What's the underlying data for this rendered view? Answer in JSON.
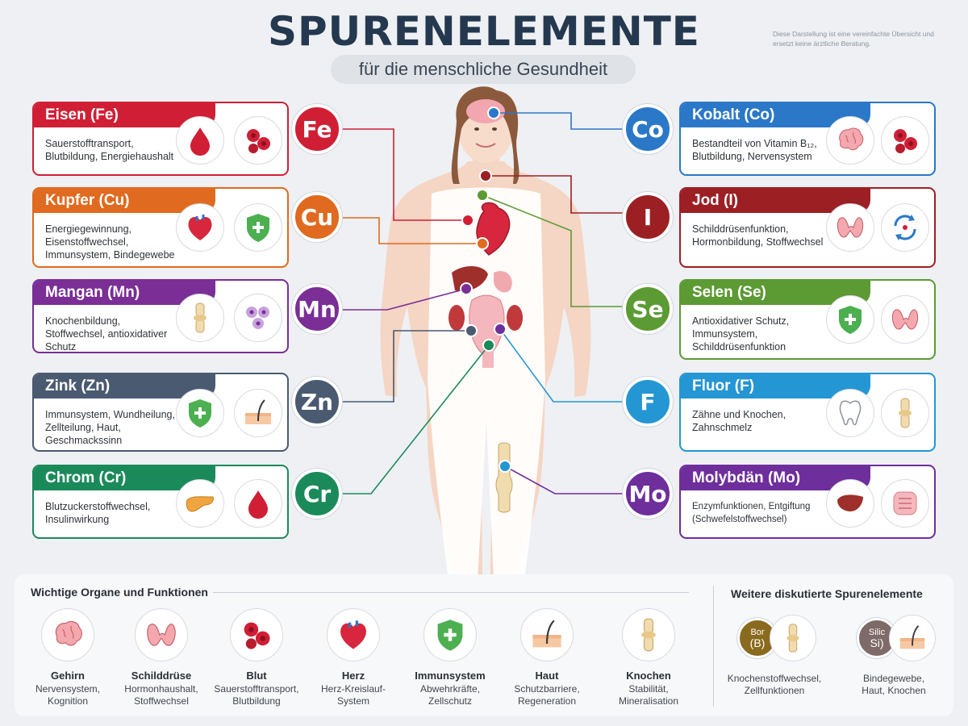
{
  "header": {
    "title": "SPURENELEMENTE",
    "subtitle": "für die menschliche Gesundheit",
    "disclaimer": "Diese Darstellung ist eine vereinfachte Übersicht und ersetzt keine ärztliche Beratung."
  },
  "elements_left": [
    {
      "name": "Eisen (Fe)",
      "symbol": "Fe",
      "color": "#d01f35",
      "desc": "Sauerstofftransport, Blutbildung, Energiehaushalt",
      "icons": [
        "blood-drop-icon",
        "blood-cells-icon"
      ]
    },
    {
      "name": "Kupfer (Cu)",
      "symbol": "Cu",
      "color": "#e06a1f",
      "desc": "Energiegewinnung, Eisenstoffwechsel, Immunsystem, Bindegewebe",
      "icons": [
        "heart-icon",
        "shield-icon"
      ]
    },
    {
      "name": "Mangan (Mn)",
      "symbol": "Mn",
      "color": "#7a2e96",
      "desc": "Knochenbildung, Stoffwechsel, antioxidativer Schutz",
      "icons": [
        "bone-joint-icon",
        "cells-icon"
      ]
    },
    {
      "name": "Zink (Zn)",
      "symbol": "Zn",
      "color": "#4a5a70",
      "desc": "Immunsystem, Wundheilung, Zellteilung, Haut, Geschmackssinn",
      "icons": [
        "shield-icon",
        "skin-icon"
      ]
    },
    {
      "name": "Chrom (Cr)",
      "symbol": "Cr",
      "color": "#1b8a5a",
      "desc": "Blutzuckerstoffwechsel, Insulinwirkung",
      "icons": [
        "pancreas-icon",
        "blood-drop-icon"
      ]
    }
  ],
  "elements_right": [
    {
      "name": "Kobalt (Co)",
      "symbol": "Co",
      "color": "#2b78c8",
      "desc": "Bestandteil von Vitamin B₁₂, Blutbildung, Nervensystem",
      "icons": [
        "brain-icon",
        "blood-cells-icon"
      ]
    },
    {
      "name": "Jod (I)",
      "symbol": "I",
      "color": "#9c1f24",
      "desc": "Schilddrüsenfunktion, Hormonbildung, Stoffwechsel",
      "icons": [
        "thyroid-icon",
        "cycle-icon"
      ]
    },
    {
      "name": "Selen (Se)",
      "symbol": "Se",
      "color": "#5c9a34",
      "desc": "Antioxidativer Schutz, Immunsystem, Schilddrüsenfunktion",
      "icons": [
        "shield-icon",
        "thyroid-icon"
      ]
    },
    {
      "name": "Fluor (F)",
      "symbol": "F",
      "color": "#2496d3",
      "desc": "Zähne und Knochen, Zahnschmelz",
      "icons": [
        "tooth-icon",
        "bone-joint-icon"
      ]
    },
    {
      "name": "Molybdän (Mo)",
      "symbol": "Mo",
      "color": "#6e2e9c",
      "desc": "Enzymfunktionen, Entgiftung (Schwefelstoffwechsel)",
      "icons": [
        "liver-icon",
        "intestine-icon"
      ]
    }
  ],
  "organs": {
    "title": "Wichtige Organe und Funktionen",
    "items": [
      {
        "name": "Gehirn",
        "desc": "Nervensystem, Kognition",
        "icon": "brain-icon"
      },
      {
        "name": "Schilddrüse",
        "desc": "Hormonhaushalt, Stoffwechsel",
        "icon": "thyroid-icon"
      },
      {
        "name": "Blut",
        "desc": "Sauerstofftransport, Blutbildung",
        "icon": "blood-cells-icon"
      },
      {
        "name": "Herz",
        "desc": "Herz-Kreislauf-System",
        "icon": "heart-icon"
      },
      {
        "name": "Immunsystem",
        "desc": "Abwehrkräfte, Zellschutz",
        "icon": "shield-icon"
      },
      {
        "name": "Haut",
        "desc": "Schutzbarriere, Regeneration",
        "icon": "skin-icon"
      },
      {
        "name": "Knochen",
        "desc": "Stabilität, Mineralisation",
        "icon": "bone-joint-icon"
      }
    ]
  },
  "further": {
    "title": "Weitere diskutierte Spurenelemente",
    "items": [
      {
        "label": "Bor",
        "symbol": "(B)",
        "color": "#8a6a1e",
        "desc": "Knochenstoffwechsel, Zellfunktionen",
        "icon": "bone-joint-icon"
      },
      {
        "label": "Silic",
        "symbol": "Si)",
        "color": "#7e6a68",
        "desc": "Bindegewebe, Haut, Knochen",
        "icon": "skin-icon"
      }
    ]
  }
}
